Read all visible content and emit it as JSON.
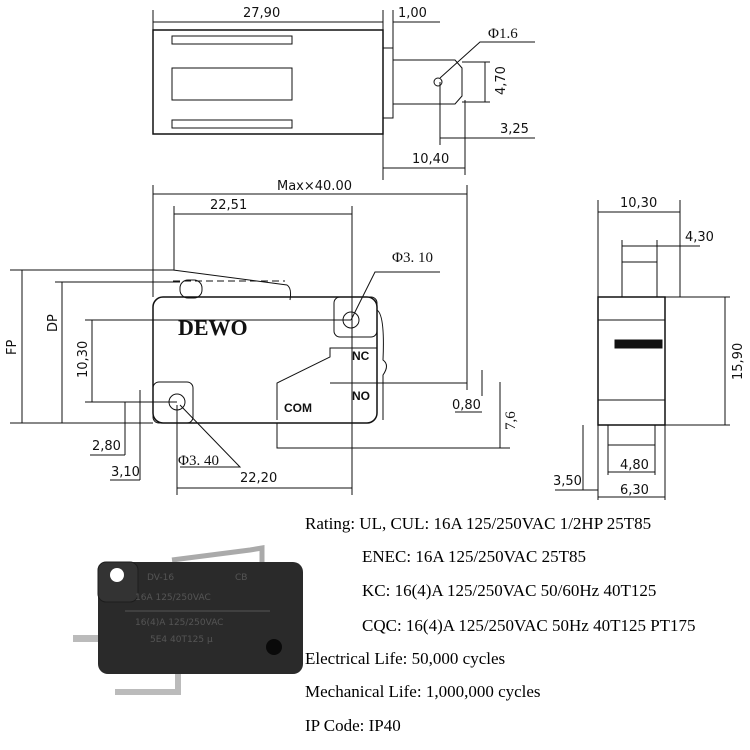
{
  "top_view": {
    "dim_length": "27,90",
    "dim_gap": "1,00",
    "dim_hole": "Φ1.6",
    "dim_terminal_height": "4,70",
    "dim_hole_offset": "3,25",
    "dim_terminal_length": "10,40"
  },
  "front_view": {
    "dim_max": "Max×40.00",
    "dim_lever": "22,51",
    "dim_top_hole": "Φ3. 10",
    "brand": "DEWO",
    "label_nc": "NC",
    "label_no": "NO",
    "label_com": "COM",
    "dim_fp": "FP",
    "dim_dp": "DP",
    "dim_hole_spacing": "10,30",
    "dim_280": "2,80",
    "dim_310": "3,10",
    "dim_bottom_hole": "Φ3. 40",
    "dim_hole_distance": "22,20",
    "dim_terminal_thickness": "0,80",
    "dim_76": "7,6"
  },
  "side_view": {
    "dim_width": "10,30",
    "dim_plunger": "4,30",
    "dim_height": "15,90",
    "dim_350": "3,50",
    "dim_480": "4,80",
    "dim_630": "6,30"
  },
  "photo": {
    "markings": [
      "DV-16",
      "CB",
      "16A 125/250VAC",
      "16(4)A 125/250VAC",
      "5E4  40T125 μ"
    ]
  },
  "specs": {
    "rating": "Rating:  UL, CUL: 16A 125/250VAC 1/2HP 25T85",
    "enec": "ENEC:  16A 125/250VAC 25T85",
    "kc": "KC: 16(4)A 125/250VAC 50/60Hz 40T125",
    "cqc": "CQC: 16(4)A 125/250VAC 50Hz 40T125 PT175",
    "electrical_life": "Electrical Life: 50,000 cycles",
    "mechanical_life": "Mechanical Life: 1,000,000 cycles",
    "ip_code": "IP Code: IP40"
  }
}
